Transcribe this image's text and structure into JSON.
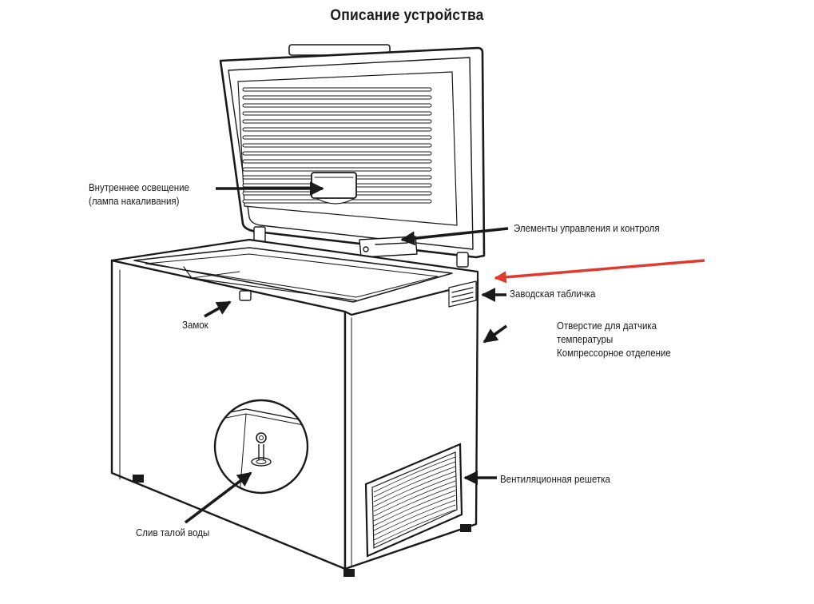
{
  "title": "Описание устройства",
  "labels": {
    "light": [
      "Внутреннее освещение",
      "(лампа накаливания)"
    ],
    "controls": "Элементы управления и контроля",
    "nameplate": "Заводская табличка",
    "lock": "Замок",
    "sensor": [
      "Отверстие для датчика",
      "температуры",
      "Компрессорное отделение"
    ],
    "vent": "Вентиляционная решетка",
    "drain": "Слив талой воды"
  },
  "colors": {
    "line": "#1a1a1a",
    "highlight_arrow": "#e03a2f"
  }
}
